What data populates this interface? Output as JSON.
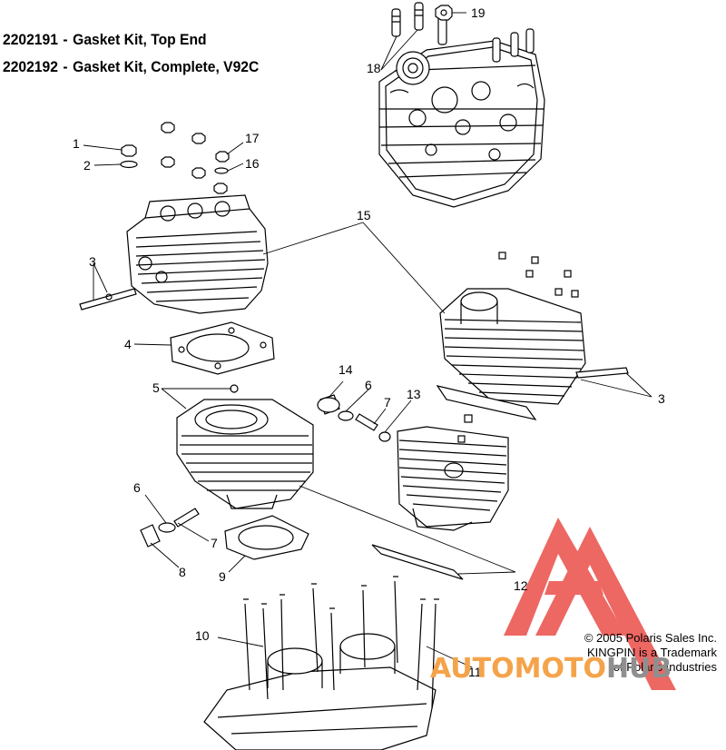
{
  "kits": [
    {
      "number": "2202191",
      "separator": "-",
      "description": "Gasket Kit, Top End"
    },
    {
      "number": "2202192",
      "separator": "-",
      "description": "Gasket Kit, Complete, V92C"
    }
  ],
  "callouts": {
    "c1": "1",
    "c2": "2",
    "c3a": "3",
    "c3b": "3",
    "c4": "4",
    "c5": "5",
    "c6a": "6",
    "c6b": "6",
    "c7a": "7",
    "c7b": "7",
    "c8": "8",
    "c9": "9",
    "c10": "10",
    "c11": "11",
    "c12": "12",
    "c13": "13",
    "c14": "14",
    "c15": "15",
    "c16": "16",
    "c17": "17",
    "c18": "18",
    "c19": "19"
  },
  "copyright": {
    "line1": "© 2005 Polaris Sales Inc.",
    "line2": "KINGPIN is a Trademark",
    "line3": "of Polaris Industries"
  },
  "watermark": {
    "part1": "AUTOMOTO",
    "part2": "HUB",
    "logo_color": "#e8352f",
    "text_color_1": "#f5a34a",
    "text_color_2": "#8f8f8f"
  }
}
